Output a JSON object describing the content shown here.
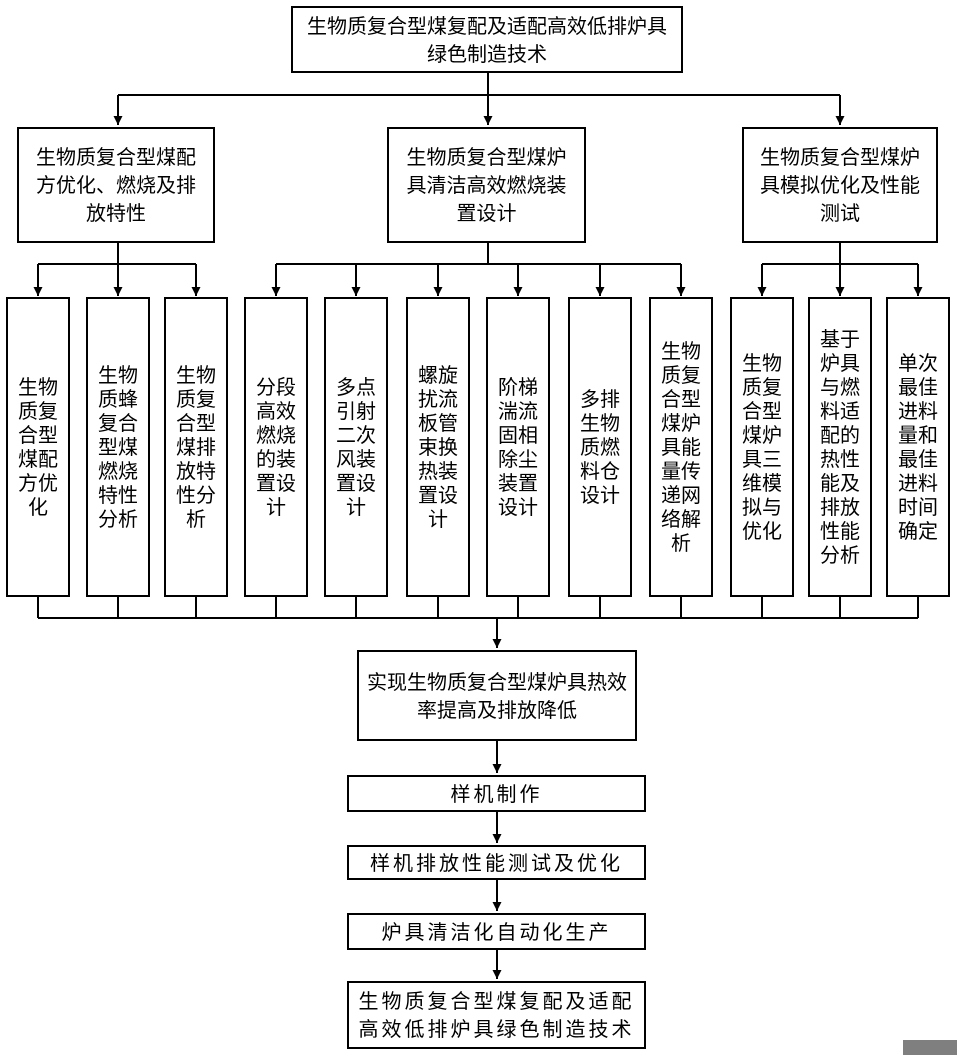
{
  "top": "生物质复合型煤复配及适配高效低排炉具绿色制造技术",
  "branches": [
    {
      "title": "生物质复合型煤配方优化、燃烧及排放特性",
      "items": [
        "生物质复合型煤配方优化",
        "生物质蜂复合型煤燃烧特性分析",
        "生物质复合型煤排放特性分析"
      ]
    },
    {
      "title": "生物质复合型煤炉具清洁高效燃烧装置设计",
      "items": [
        "分段高效燃烧的装置设计",
        "多点引射二次风装置设计",
        "螺旋扰流板管束换热装置设计",
        "阶梯湍流固相除尘装置设计",
        "多排生物质燃料仓设计",
        "生物质复合型煤炉具能量传递网络解析"
      ]
    },
    {
      "title": "生物质复合型煤炉具模拟优化及性能测试",
      "items": [
        "生物质复合型煤炉具三维模拟与优化",
        "基于炉具与燃料适配的热性能及排放性能分析",
        "单次最佳进料量和最佳进料时间确定"
      ]
    }
  ],
  "result": "实现生物质复合型煤炉具热效率提高及排放降低",
  "steps": [
    "样机制作",
    "样机排放性能测试及优化",
    "炉具清洁化自动化生产"
  ],
  "final": "生物质复合型煤复配及适配高效低排炉具绿色制造技术"
}
